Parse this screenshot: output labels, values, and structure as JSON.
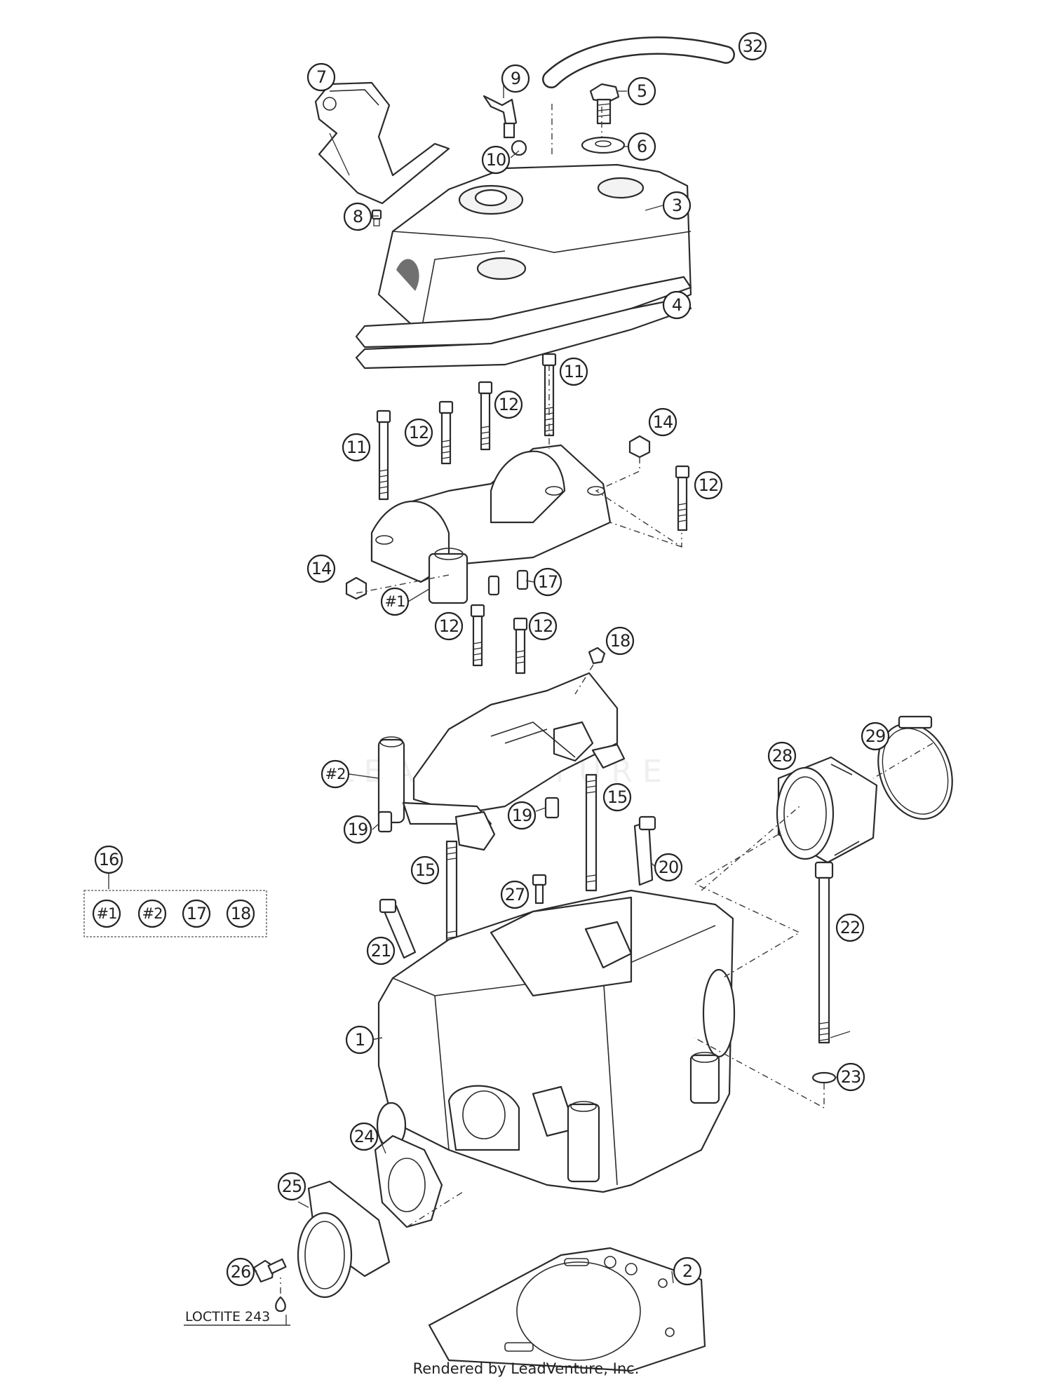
{
  "callouts": [
    {
      "id": "c1",
      "label": "1"
    },
    {
      "id": "c2",
      "label": "2"
    },
    {
      "id": "c3",
      "label": "3"
    },
    {
      "id": "c4",
      "label": "4"
    },
    {
      "id": "c5",
      "label": "5"
    },
    {
      "id": "c6",
      "label": "6"
    },
    {
      "id": "c7",
      "label": "7"
    },
    {
      "id": "c8",
      "label": "8"
    },
    {
      "id": "c9",
      "label": "9"
    },
    {
      "id": "c10",
      "label": "10"
    },
    {
      "id": "c11a",
      "label": "11"
    },
    {
      "id": "c11b",
      "label": "11"
    },
    {
      "id": "c12a",
      "label": "12"
    },
    {
      "id": "c12b",
      "label": "12"
    },
    {
      "id": "c12c",
      "label": "12"
    },
    {
      "id": "c12d",
      "label": "12"
    },
    {
      "id": "c12e",
      "label": "12"
    },
    {
      "id": "c14a",
      "label": "14"
    },
    {
      "id": "c14b",
      "label": "14"
    },
    {
      "id": "c15a",
      "label": "15"
    },
    {
      "id": "c15b",
      "label": "15"
    },
    {
      "id": "c16",
      "label": "16"
    },
    {
      "id": "c17",
      "label": "17"
    },
    {
      "id": "c18",
      "label": "18"
    },
    {
      "id": "c19a",
      "label": "19"
    },
    {
      "id": "c19b",
      "label": "19"
    },
    {
      "id": "c20",
      "label": "20"
    },
    {
      "id": "c21",
      "label": "21"
    },
    {
      "id": "c22",
      "label": "22"
    },
    {
      "id": "c23",
      "label": "23"
    },
    {
      "id": "c24",
      "label": "24"
    },
    {
      "id": "c25",
      "label": "25"
    },
    {
      "id": "c26",
      "label": "26"
    },
    {
      "id": "c27",
      "label": "27"
    },
    {
      "id": "c28",
      "label": "28"
    },
    {
      "id": "c29",
      "label": "29"
    },
    {
      "id": "c32",
      "label": "32"
    },
    {
      "id": "h1",
      "label": "#1"
    },
    {
      "id": "h2",
      "label": "#2"
    }
  ],
  "kit_contents": [
    "#1",
    "#2",
    "17",
    "18"
  ],
  "loctite_label": "LOCTITE 243",
  "watermark_text": "LEADVENTURE",
  "footer_text": "Rendered by LeadVenture, Inc."
}
